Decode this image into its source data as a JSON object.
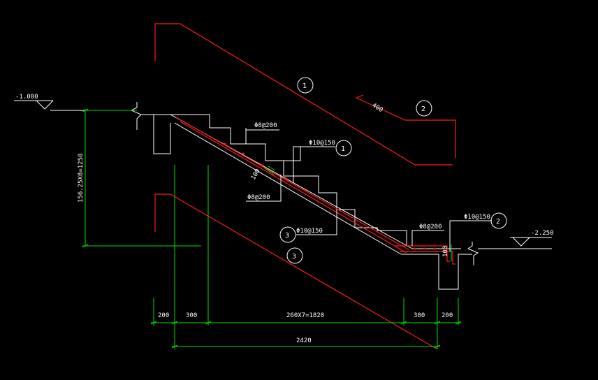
{
  "levels": {
    "upper": "-1.000",
    "lower": "-2.250"
  },
  "dimensions": {
    "height": "156.25X8=1250",
    "left_support": "200",
    "left_flat": "300",
    "steps": "260X7=1820",
    "right_flat": "300",
    "right_support": "200",
    "total": "2420",
    "slab_thickness": "100",
    "bend_length": "400"
  },
  "rebar_labels": {
    "top_dist": "Φ8@200",
    "top_main": "Φ10@150",
    "bottom_dist": "Φ8@200",
    "bottom_main": "Φ10@150",
    "right_dist": "Φ8@200",
    "right_main": "Φ10@150"
  },
  "callouts": [
    "1",
    "2",
    "3"
  ],
  "colors": {
    "background": "#000000",
    "outline": "#ffffff",
    "rebar": "#ff1a1a",
    "dimension": "#00e000"
  }
}
